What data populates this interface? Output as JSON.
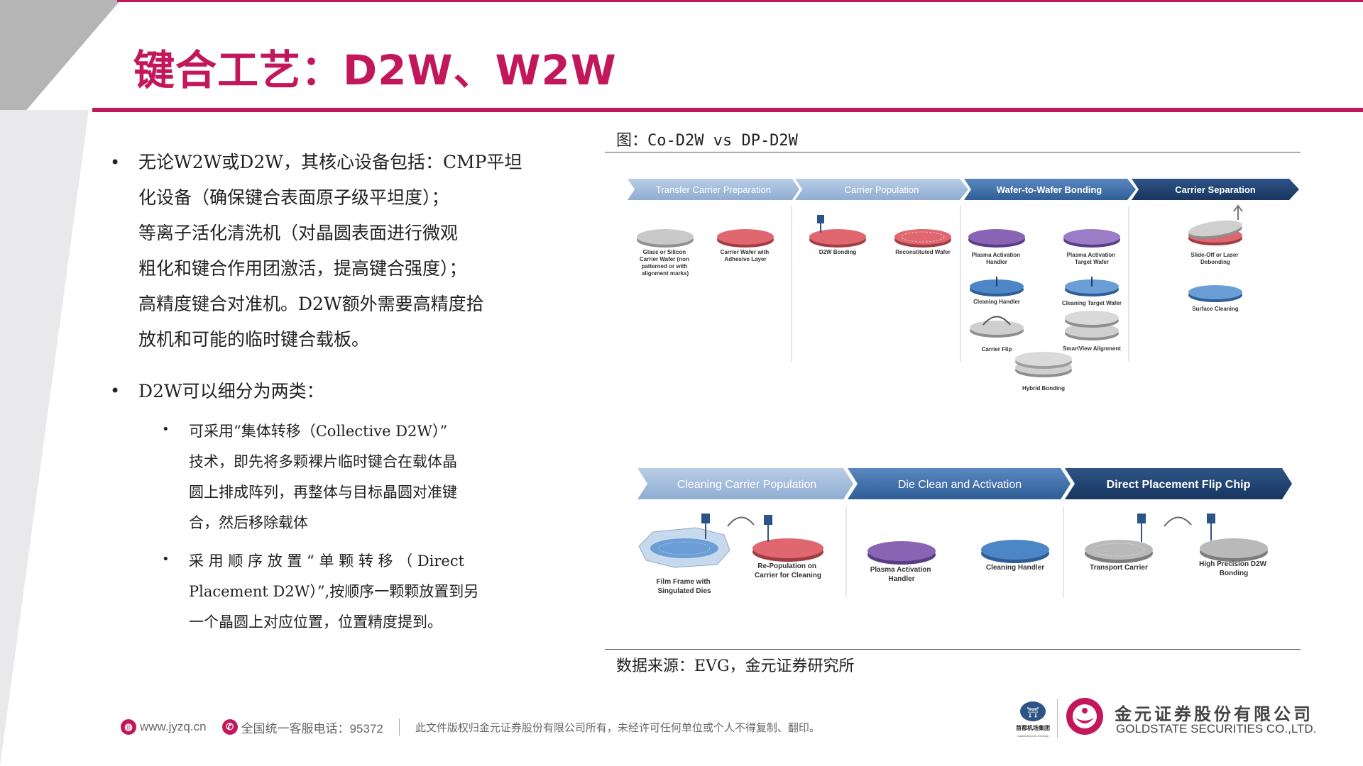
{
  "page": {
    "title": "键合工艺：D2W、W2W"
  },
  "bullets": {
    "b1_lines": [
      "无论W2W或D2W，其核心设备包括：CMP平坦",
      "化设备（确保键合表面原子级平坦度）；",
      "等离子活化清洗机（对晶圆表面进行微观",
      "粗化和键合作用团激活，提高键合强度）；",
      "高精度键合对准机。D2W额外需要高精度拾",
      "放机和可能的临时键合载板。"
    ],
    "b2": "D2W可以细分为两类：",
    "sub1_lines": [
      "可采用“集体转移（Collective D2W）”",
      "技术，即先将多颗裸片临时键合在载体晶",
      "圆上排成阵列，再整体与目标晶圆对准键",
      "合，然后移除载体"
    ],
    "sub2_lines": [
      "采 用 顺 序 放 置 “ 单 颗 转 移 （ Direct",
      "Placement D2W）”,按顺序一颗颗放置到另",
      "一个晶圆上对应位置，位置精度提到。"
    ]
  },
  "figure": {
    "caption": "图：Co-D2W vs DP-D2W",
    "source": "数据来源：EVG，金元证券研究所",
    "top_stages": [
      "Transfer Carrier Preparation",
      "Carrier Population",
      "Wafer-to-Wafer Bonding",
      "Carrier Separation"
    ],
    "top_labels": {
      "glass": [
        "Glass or Silicon",
        "Carrier Wafer (non",
        "patterned or with",
        "alignment marks)"
      ],
      "adhesive": [
        "Carrier Wafer with",
        "Adhesive Layer"
      ],
      "d2w_bonding": "D2W Bonding",
      "reconstituted": "Reconstituted Wafer",
      "plasma_handler": [
        "Plasma Activation",
        "Handler"
      ],
      "plasma_target": [
        "Plasma Activation",
        "Target Wafer"
      ],
      "cleaning_handler": "Cleaning Handler",
      "cleaning_target": "Cleaning Target Wafer",
      "carrier_flip": "Carrier Flip",
      "smartview": "SmartView Alignment",
      "hybrid": "Hybrid Bonding",
      "slide_off": [
        "Slide-Off or Laser",
        "Debonding"
      ],
      "surface_cleaning": "Surface Cleaning"
    },
    "bottom_stages": [
      "Cleaning Carrier Population",
      "Die Clean and Activation",
      "Direct Placement Flip Chip"
    ],
    "bottom_labels": {
      "film_frame": [
        "Film Frame with",
        "Singulated Dies"
      ],
      "repop": [
        "Re-Population on",
        "Carrier for Cleaning"
      ],
      "plasma_handler": [
        "Plasma Activation",
        "Handler"
      ],
      "cleaning_handler": "Cleaning Handler",
      "transport": "Transport Carrier",
      "high_precision": [
        "High Precision D2W",
        "Bonding"
      ]
    },
    "colors": {
      "stage_light": "#9cb6d6",
      "stage_mid": "#3f70a8",
      "stage_dark": "#1f3f6a",
      "wafer_gray": "#b9b9b9",
      "wafer_red": "#e06670",
      "wafer_purple": "#8a64b4",
      "wafer_blue": "#4d86c6"
    }
  },
  "footer": {
    "website": "www.jyzq.cn",
    "hotline": "全国统一客服电话：95372",
    "copyright": "此文件版权归金元证券股份有限公司所有，未经许可任何单位或个人不得复制、翻印。",
    "company_cn": "金元证券股份有限公司",
    "company_en": "GOLDSTATE SECURITIES CO.,LTD.",
    "logo_caption": "首都机场集团",
    "logo_caption_en": "Capital Airports Holdings"
  },
  "theme": {
    "accent": "#c2185b"
  }
}
